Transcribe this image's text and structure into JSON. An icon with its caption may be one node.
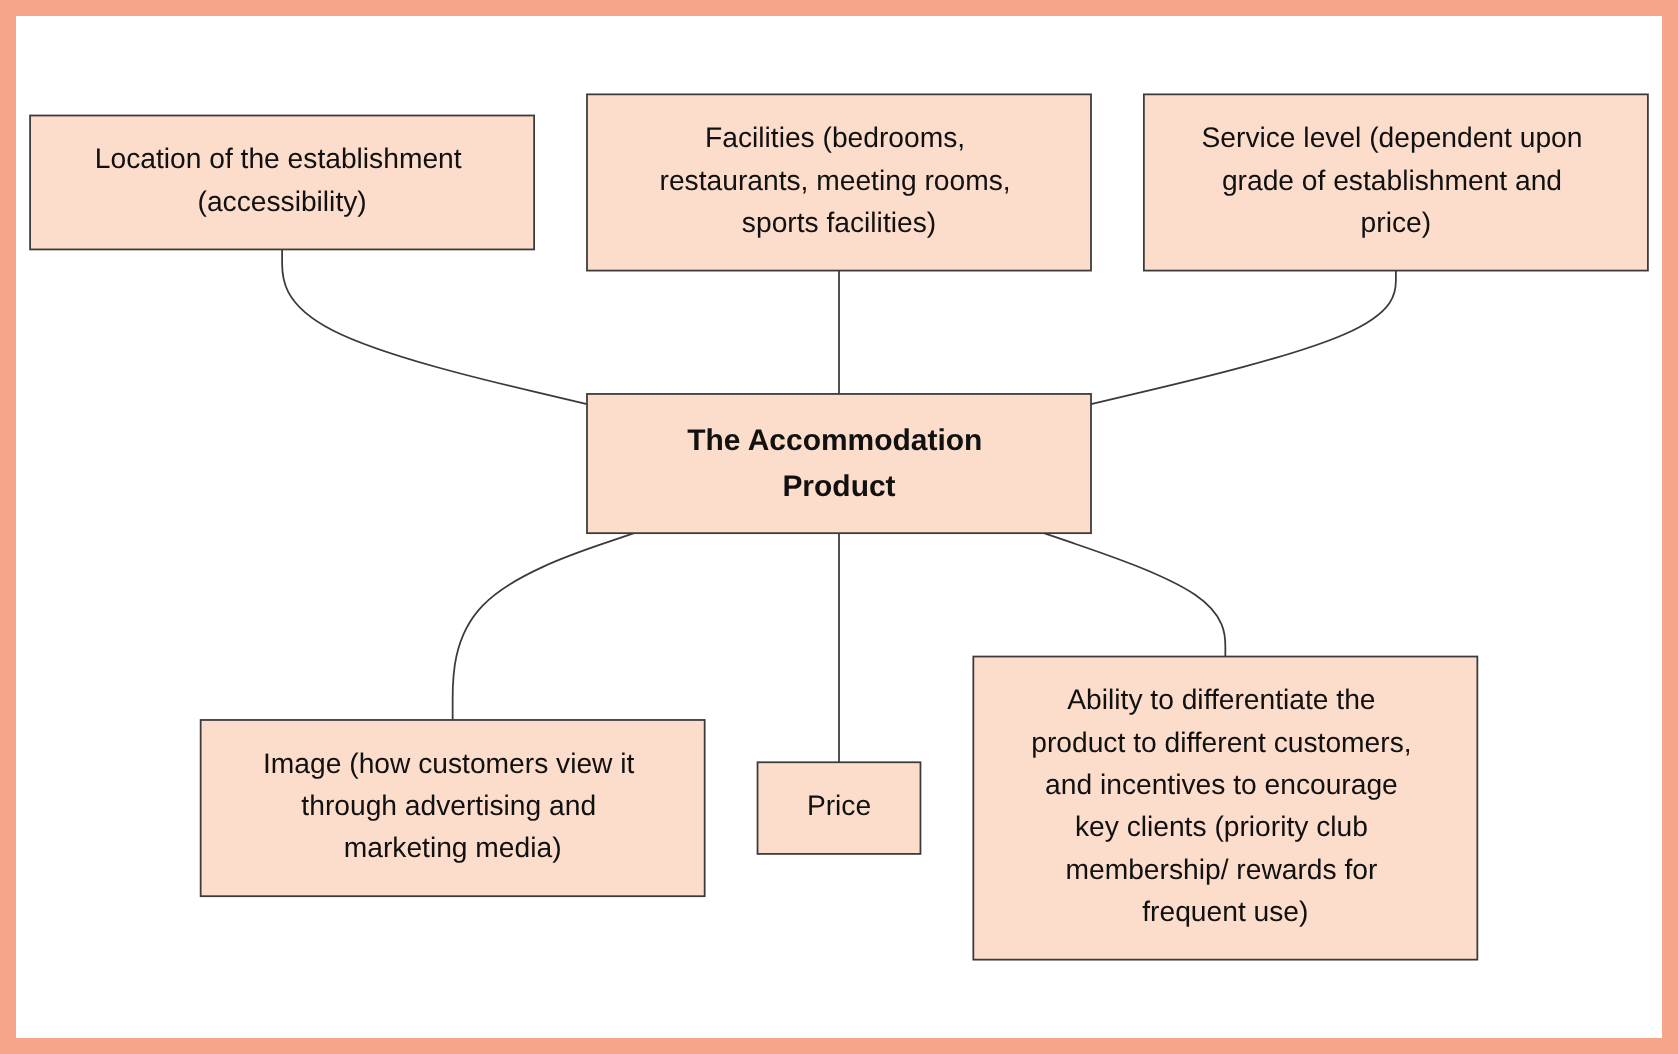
{
  "diagram": {
    "nodes": [
      {
        "text": [
          "Location of the establishment (accessibility)"
        ]
      },
      {
        "text": [
          "Facilities (bedrooms, restaurants, meeting rooms, sports facilities)"
        ]
      },
      {
        "text": [
          "Service level (dependent upon grade of establishment and price)"
        ]
      },
      {
        "text": [
          "The Accommodation Product"
        ]
      },
      {
        "text": [
          "Image (how customers view it through advertising and marketing media)"
        ]
      },
      {
        "text": [
          "Price"
        ]
      },
      {
        "text": [
          "Ability to differentiate the product to different customers, and incentives to encourage key clients (priority club membership/ rewards for frequent use)"
        ]
      }
    ],
    "edges": [
      {
        "from": 0,
        "to": 3,
        "arrow": "none"
      },
      {
        "from": 1,
        "to": 3,
        "arrow": "none"
      },
      {
        "from": 2,
        "to": 3,
        "arrow": "none"
      },
      {
        "from": 3,
        "to": 4,
        "arrow": "none"
      },
      {
        "from": 3,
        "to": 5,
        "arrow": "none"
      },
      {
        "from": 3,
        "to": 6,
        "arrow": "none"
      }
    ]
  }
}
